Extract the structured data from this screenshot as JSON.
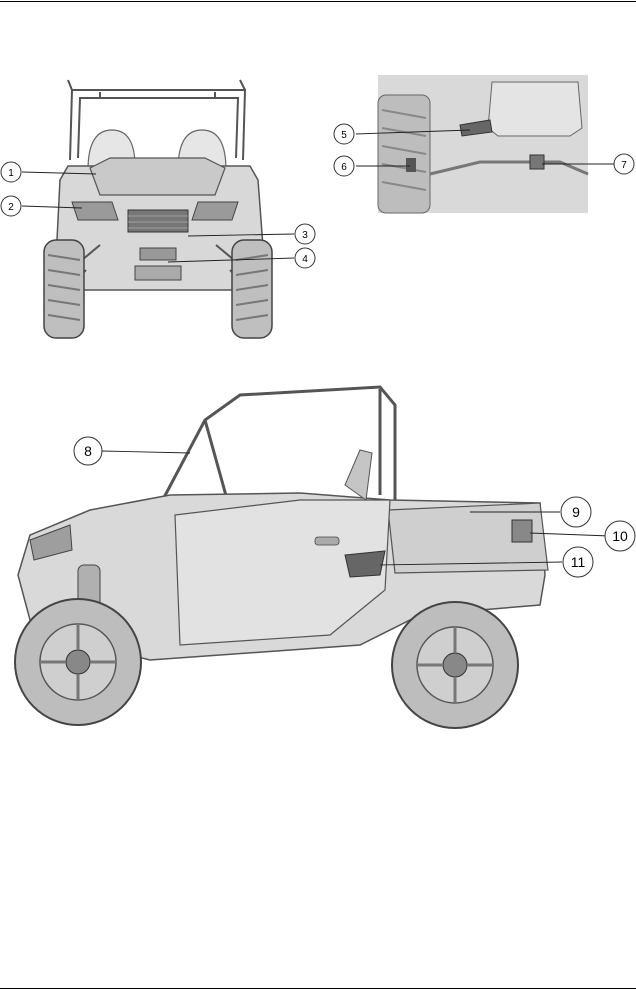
{
  "callouts": {
    "front": [
      "1",
      "2",
      "3",
      "4"
    ],
    "underside": [
      "5",
      "6",
      "7"
    ],
    "side": [
      "8",
      "9",
      "10",
      "11"
    ]
  }
}
